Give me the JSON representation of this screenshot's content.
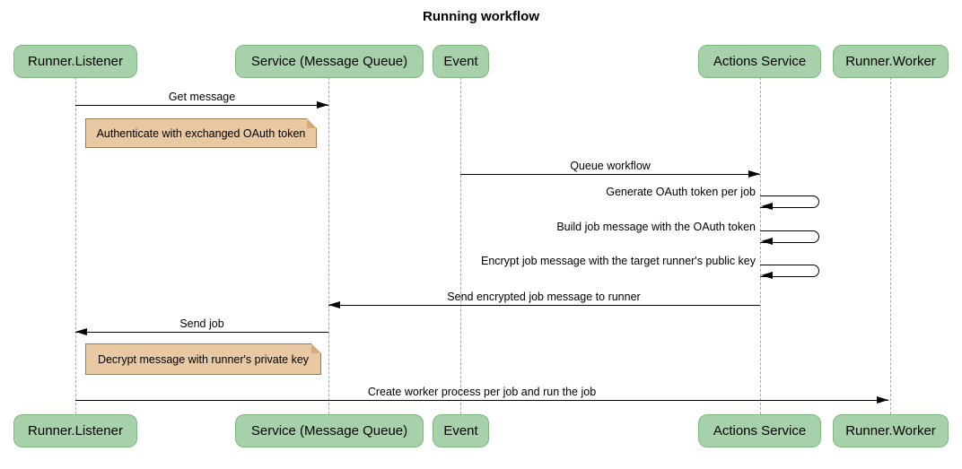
{
  "title": "Running workflow",
  "diagram_type": "sequence",
  "colors": {
    "participant_fill": "#a7d1ab",
    "participant_border": "#7eb77e",
    "note_fill": "#e9c9a2",
    "note_border": "#9e7c51",
    "note_fold": "#d5ab77",
    "lifeline": "#a9a9a9",
    "arrow": "#000000"
  },
  "participants": [
    {
      "label": "Runner.Listener"
    },
    {
      "label": "Service (Message Queue)"
    },
    {
      "label": "Event"
    },
    {
      "label": "Actions Service"
    },
    {
      "label": "Runner.Worker"
    }
  ],
  "messages": [
    {
      "from": "Runner.Listener",
      "to": "Service (Message Queue)",
      "label": "Get message",
      "kind": "solid-arrow"
    },
    {
      "from": "Event",
      "to": "Actions Service",
      "label": "Queue workflow",
      "kind": "solid-arrow"
    },
    {
      "from": "Actions Service",
      "to": "Actions Service",
      "label": "Generate OAuth token per job",
      "kind": "self"
    },
    {
      "from": "Actions Service",
      "to": "Actions Service",
      "label": "Build job message with the OAuth token",
      "kind": "self"
    },
    {
      "from": "Actions Service",
      "to": "Actions Service",
      "label": "Encrypt job message with the target runner's public key",
      "kind": "self"
    },
    {
      "from": "Actions Service",
      "to": "Service (Message Queue)",
      "label": "Send encrypted job message to runner",
      "kind": "solid-arrow"
    },
    {
      "from": "Service (Message Queue)",
      "to": "Runner.Listener",
      "label": "Send job",
      "kind": "solid-arrow"
    },
    {
      "from": "Runner.Listener",
      "to": "Runner.Worker",
      "label": "Create worker process per job and run the job",
      "kind": "solid-arrow"
    }
  ],
  "notes": [
    {
      "over": "Runner.Listener",
      "text": "Authenticate with exchanged OAuth token"
    },
    {
      "over": "Runner.Listener",
      "text": "Decrypt message with runner's private key"
    }
  ]
}
